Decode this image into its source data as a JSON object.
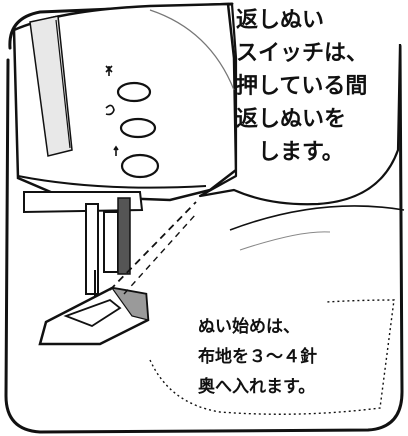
{
  "callouts": {
    "reverse_switch": {
      "lines": [
        "返しぬい",
        "スイッチは、",
        "押している間",
        "返しぬいを",
        "します。"
      ]
    },
    "sewing_start": {
      "lines": [
        "ぬい始めは、",
        "布地を３～４針",
        "奥へ入れます。"
      ]
    }
  },
  "machine_panel": {
    "buttons": [
      {
        "icon": "needle-position-icon"
      },
      {
        "icon": "reverse-stitch-icon"
      },
      {
        "icon": "needle-up-down-icon"
      }
    ]
  },
  "colors": {
    "line": "#111111",
    "shade": "#9a9a9a",
    "dark_shade": "#555555",
    "paper": "#ffffff"
  }
}
